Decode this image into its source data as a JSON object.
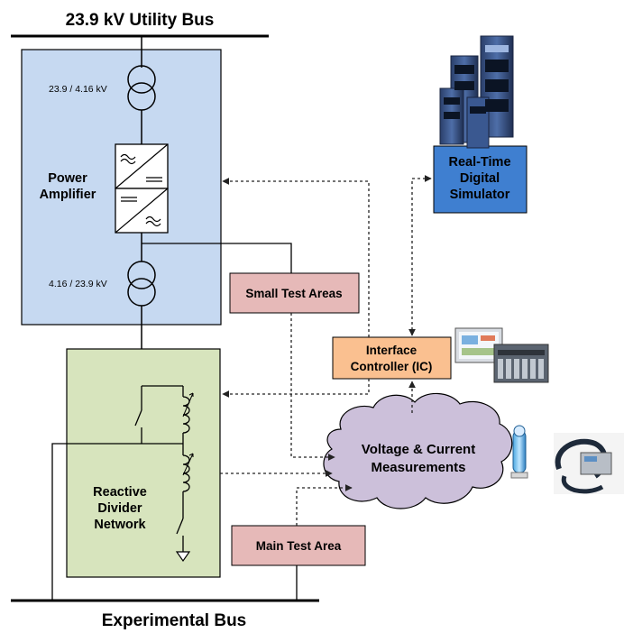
{
  "buses": {
    "utility": "23.9 kV Utility Bus",
    "experimental": "Experimental Bus"
  },
  "transformers": {
    "upper_rating": "23.9 / 4.16 kV",
    "lower_rating": "4.16 / 23.9 kV"
  },
  "blocks": {
    "power_amplifier": [
      "Power",
      "Amplifier"
    ],
    "reactive_divider": [
      "Reactive",
      "Divider",
      "Network"
    ],
    "rtds": [
      "Real-Time",
      "Digital",
      "Simulator"
    ],
    "interface_controller": [
      "Interface",
      "Controller (IC)"
    ],
    "measurements": [
      "Voltage & Current",
      "Measurements"
    ],
    "small_test_areas": "Small Test Areas",
    "main_test_area": "Main Test Area"
  },
  "colors": {
    "power_amplifier_fill": "#c6d9f1",
    "reactive_divider_fill": "#d7e4bd",
    "rtds_fill": "#3f7fd0",
    "interface_controller_fill": "#fac090",
    "measurements_fill": "#ccc0da",
    "test_area_fill": "#e6b9b8",
    "line": "#000000",
    "dotted_link": "#222222"
  },
  "icons": [
    "transformer-icon",
    "converter-icon",
    "inductor-icon",
    "switch-icon",
    "ground-icon",
    "rtds-rack-photo",
    "ic-hardware-photo",
    "current-sensor-photo",
    "voltage-sensor-photo"
  ]
}
